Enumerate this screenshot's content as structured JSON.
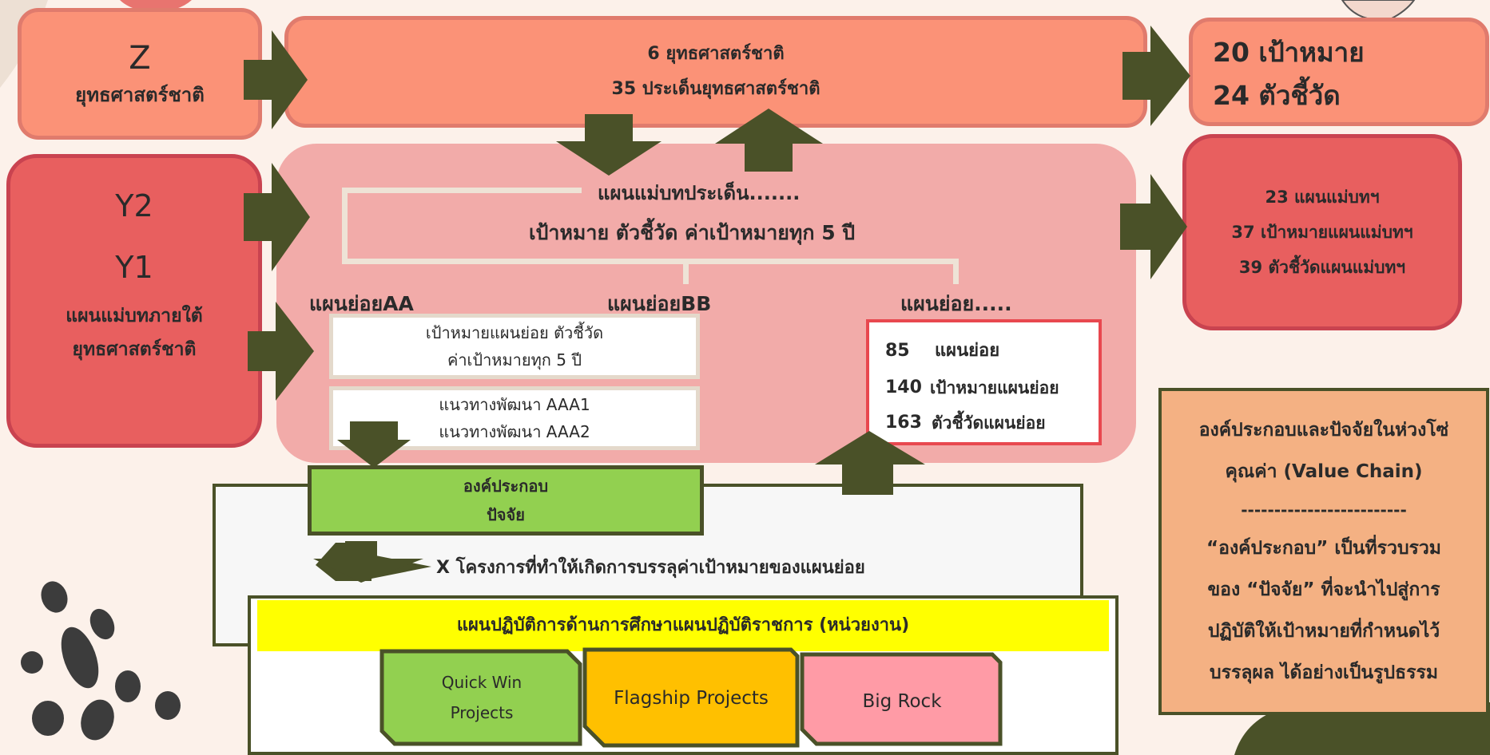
{
  "z_box": {
    "letter": "Z",
    "label": "ยุทธศาสตร์ชาติ"
  },
  "national_strategy": {
    "line1": "6 ยุทธศาสตร์ชาติ",
    "line2": "35 ประเด็นยุทธศาสตร์ชาติ"
  },
  "goals": {
    "line1": "20 เป้าหมาย",
    "line2": "24 ตัวชี้วัด"
  },
  "y_box": {
    "y2": "Y2",
    "y1": "Y1",
    "label1": "แผนแม่บทภายใต้",
    "label2": "ยุทธศาสตร์ชาติ"
  },
  "master_plan": {
    "title": "แผนแม่บทประเด็น.......",
    "subtitle": "เป้าหมาย  ตัวชี้วัด  ค่าเป้าหมายทุก 5 ปี"
  },
  "sub_plans": {
    "aa": "แผนย่อยAA",
    "bb": "แผนย่อยBB",
    "etc": "แผนย่อย....."
  },
  "aa_goals": {
    "line1": "เป้าหมายแผนย่อย  ตัวชี้วัด",
    "line2": "ค่าเป้าหมายทุก 5 ปี"
  },
  "aa_guidelines": {
    "line1": "แนวทางพัฒนา AAA1",
    "line2": "แนวทางพัฒนา AAA2"
  },
  "sub_stats": {
    "n1": "85",
    "l1": "แผนย่อย",
    "n2": "140",
    "l2": "เป้าหมายแผนย่อย",
    "n3": "163",
    "l3": "ตัวชี้วัดแผนย่อย"
  },
  "master_stats": {
    "line1": "23 แผนแม่บทฯ",
    "line2": "37 เป้าหมายแผนแม่บทฯ",
    "line3": "39  ตัวชี้วัดแผนแม่บทฯ"
  },
  "component": {
    "line1": "องค์ประกอบ",
    "line2": "ปัจจัย"
  },
  "projects_text": "X โครงการที่ทำให้เกิดการบรรลุค่าเป้าหมายของแผนย่อย",
  "action_plan": "แผนปฏิบัติการด้านการศึกษาแผนปฏิบัติราชการ  (หน่วยงาน)",
  "project_types": {
    "quick_win_1": "Quick Win",
    "quick_win_2": "Projects",
    "flagship": "Flagship Projects",
    "big_rock": "Big Rock"
  },
  "value_chain": {
    "line1": "องค์ประกอบและปัจจัยในห่วงโซ่",
    "line2": "คุณค่า (Value Chain)",
    "divider": "-------------------------",
    "line3": "“องค์ประกอบ” เป็นที่รวบรวม",
    "line4": "ของ “ปัจจัย” ที่จะนำไปสู่การ",
    "line5": "ปฏิบัติให้เป้าหมายที่กำหนดไว้",
    "line6": "บรรลุผล ได้อย่างเป็นรูปธรรม"
  },
  "colors": {
    "salmon": "#fb9277",
    "red": "#e85f5f",
    "arrow": "#4a5128",
    "yellow": "#ffff00",
    "green": "#92d050",
    "amber": "#ffc000",
    "pink": "#ff9ba6",
    "orange": "#f4b183"
  }
}
